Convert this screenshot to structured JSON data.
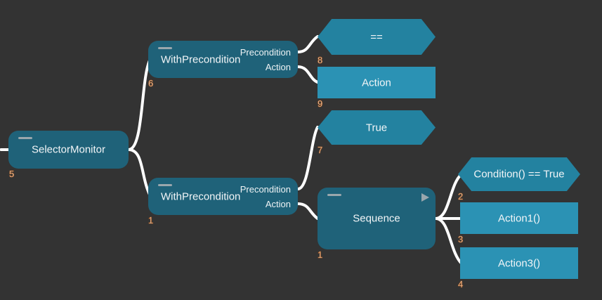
{
  "canvas": {
    "background_color": "#333333",
    "edge_color": "#ffffff",
    "node_colors": {
      "composite": "#1f6279",
      "action": "#2b92b4",
      "condition": "#2382a0",
      "port_marker": "#9aa7ad"
    }
  },
  "ports": {
    "precondition_label": "Precondition",
    "action_label": "Action"
  },
  "nodes": [
    {
      "id": "selector-monitor",
      "title": "SelectorMonitor",
      "number": "5",
      "kind": "composite"
    },
    {
      "id": "with-precondition-top",
      "title": "WithPrecondition",
      "number": "6",
      "kind": "decorator",
      "port_top": "Precondition",
      "port_bottom": "Action"
    },
    {
      "id": "with-precondition-bottom",
      "title": "WithPrecondition",
      "number": "1",
      "kind": "decorator",
      "port_top": "Precondition",
      "port_bottom": "Action"
    },
    {
      "id": "condition-equals",
      "title": "==",
      "number": "8",
      "kind": "condition"
    },
    {
      "id": "action-generic",
      "title": "Action",
      "number": "9",
      "kind": "action"
    },
    {
      "id": "condition-true",
      "title": "True",
      "number": "7",
      "kind": "condition"
    },
    {
      "id": "sequence",
      "title": "Sequence",
      "number": "1",
      "kind": "composite"
    },
    {
      "id": "condition-call",
      "title": "Condition()  ==  True",
      "number": "2",
      "kind": "condition"
    },
    {
      "id": "action-1",
      "title": "Action1()",
      "number": "3",
      "kind": "action"
    },
    {
      "id": "action-3",
      "title": "Action3()",
      "number": "4",
      "kind": "action"
    }
  ]
}
